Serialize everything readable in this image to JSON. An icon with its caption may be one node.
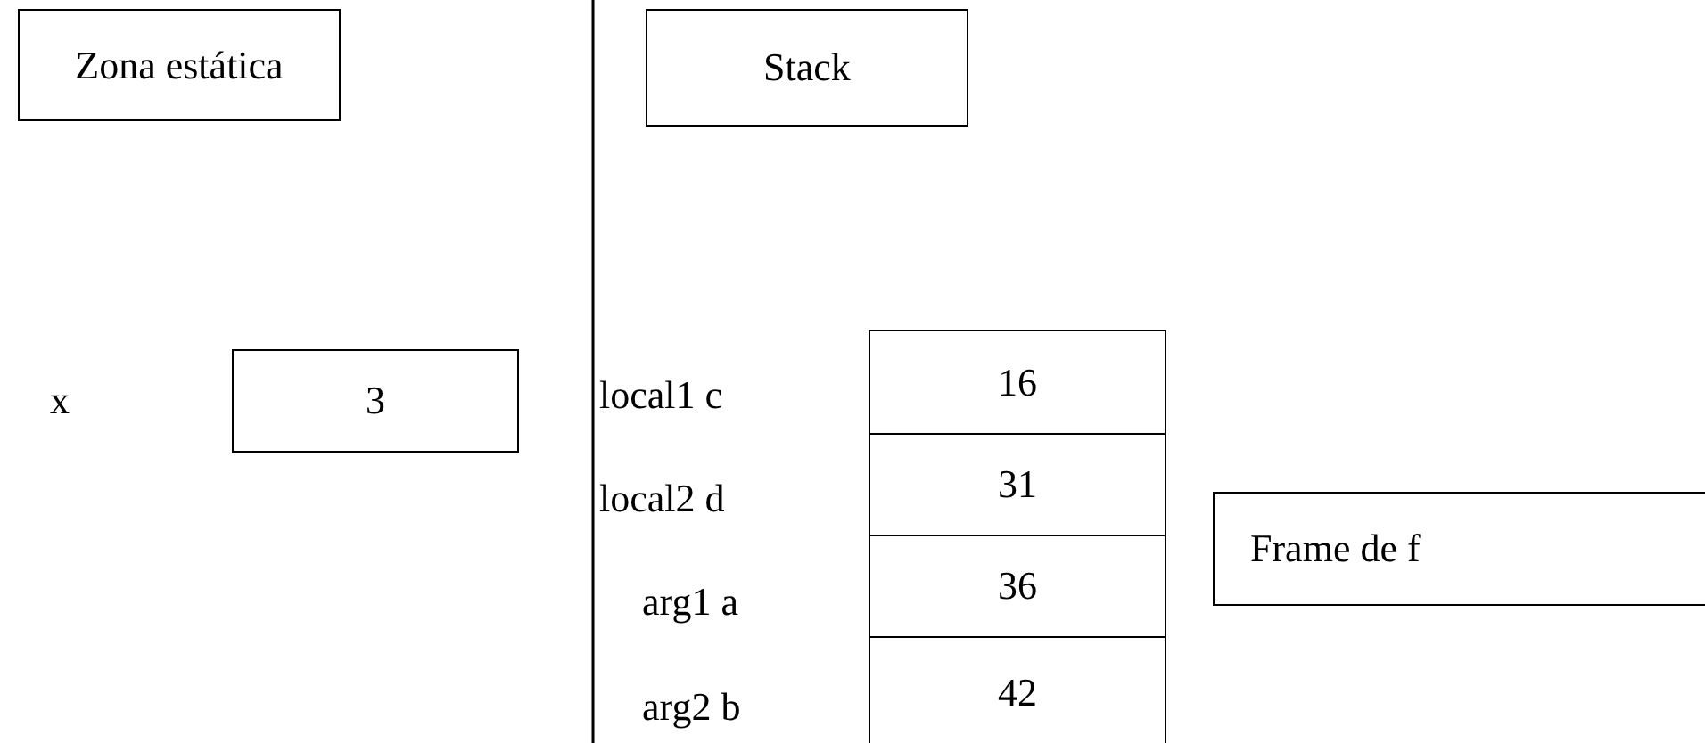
{
  "diagram": {
    "nodes": [
      {
        "text": [
          "Zona estática"
        ]
      },
      {
        "text": [
          "Stack"
        ]
      },
      {
        "text": [
          "3"
        ]
      },
      {
        "text": [
          "16"
        ]
      },
      {
        "text": [
          "31"
        ]
      },
      {
        "text": [
          "36"
        ]
      },
      {
        "text": [
          "42"
        ]
      },
      {
        "text": [
          "Frame de f"
        ]
      }
    ],
    "labels": [
      "x",
      "local1 c",
      "local2 d",
      "arg1 a",
      "arg2 b"
    ]
  }
}
